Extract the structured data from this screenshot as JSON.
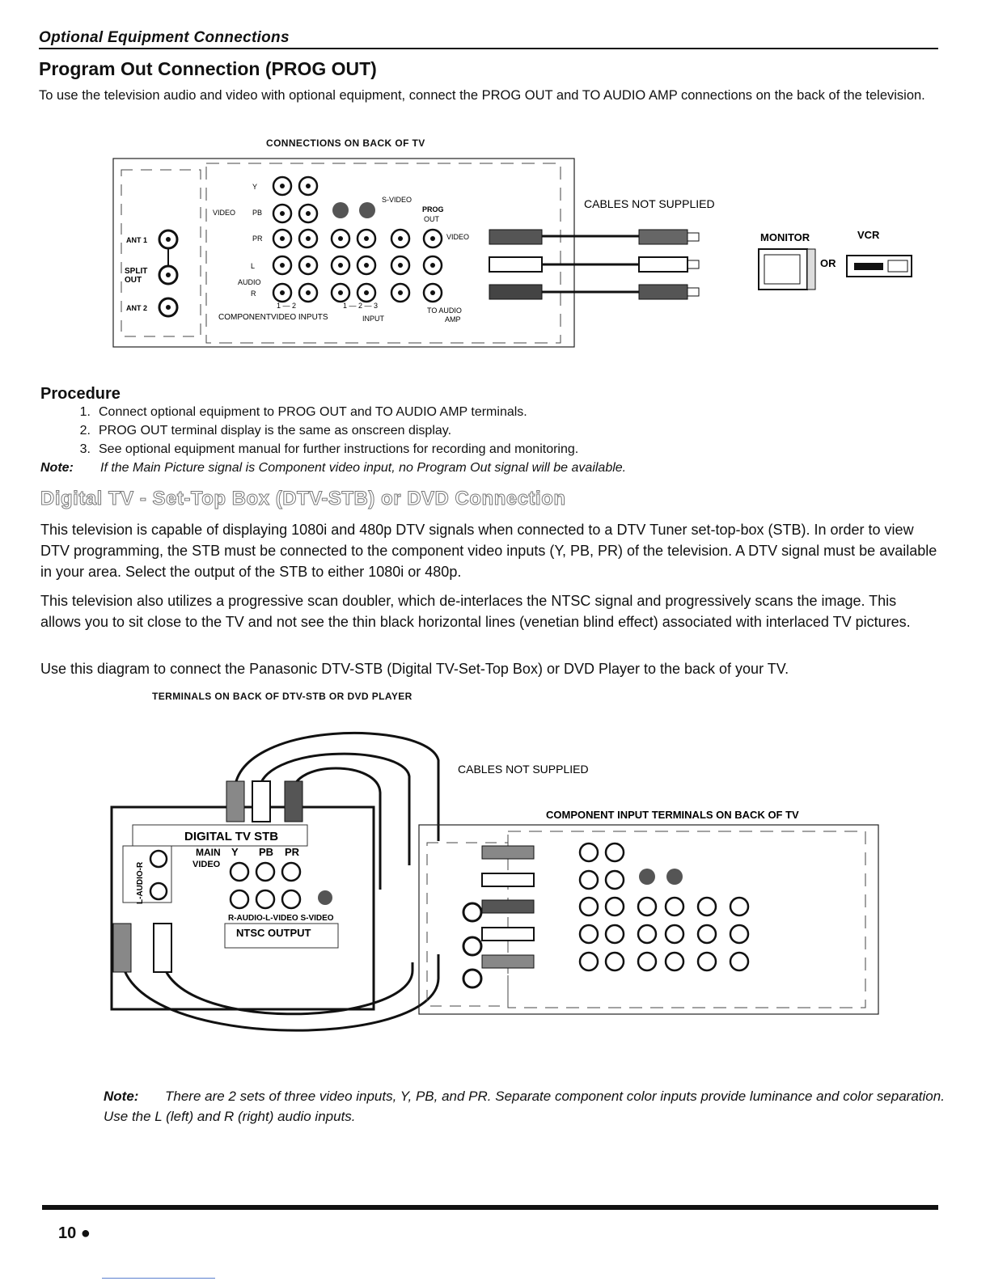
{
  "section_header": "Optional Equipment Connections",
  "prog_out": {
    "title": "Program Out Connection (PROG OUT)",
    "intro": "To use the television audio and video with optional equipment, connect the PROG OUT and TO AUDIO AMP connections on the back of the television."
  },
  "diagram1": {
    "caption": "CONNECTIONS ON BACK OF TV",
    "cables_note": "CABLES NOT SUPPLIED",
    "monitor": "MONITOR",
    "vcr": "VCR",
    "or": "OR",
    "ant1": "ANT 1",
    "split_out_1": "SPLIT",
    "split_out_2": "OUT",
    "ant2": "ANT 2",
    "y": "Y",
    "video": "VIDEO",
    "pb": "PB",
    "pr": "PR",
    "svideo": "S-VIDEO",
    "prog_out_1": "PROG",
    "prog_out_2": "OUT",
    "video_out": "VIDEO",
    "l": "L",
    "r": "R",
    "audio": "AUDIO",
    "nums_a": "1 — 2",
    "nums_b": "1 — 2 — 3",
    "component_video_inputs": "COMPONENTVIDEO INPUTS",
    "input": "INPUT",
    "to_audio": "TO AUDIO",
    "amp": "AMP"
  },
  "procedure": {
    "title": "Procedure",
    "steps": [
      {
        "num": "1.",
        "text": "Connect optional equipment to PROG OUT and TO AUDIO AMP terminals."
      },
      {
        "num": "2.",
        "text": "PROG OUT terminal display is the same as onscreen display."
      },
      {
        "num": "3.",
        "text": "See optional equipment manual for further instructions for recording and monitoring."
      }
    ],
    "note_label": "Note:",
    "note_text": "If the Main Picture signal is Component video input, no Program Out signal will be available."
  },
  "dtv": {
    "title": "Digital TV - Set-Top Box (DTV-STB) or DVD Connection",
    "para1": "This television is capable of displaying 1080i and 480p DTV signals when connected to a DTV Tuner set-top-box (STB). In order to view DTV programming, the STB must be connected to the component video inputs (Y, PB, PR) of the television. A DTV signal must be available in your area. Select the output of the STB to either 1080i or 480p.",
    "para2": "This television also utilizes a progressive scan doubler, which de-interlaces the NTSC signal and progressively scans the image. This allows you to sit close to the TV and not see the thin black horizontal lines (venetian blind effect) associated with interlaced TV pictures.",
    "para3": "Use this diagram to connect the Panasonic DTV-STB (Digital TV-Set-Top Box) or DVD Player to the back of your TV."
  },
  "diagram2": {
    "caption": "TERMINALS ON BACK OF DTV-STB OR DVD PLAYER",
    "cables_note": "CABLES NOT SUPPLIED",
    "component_caption": "COMPONENT INPUT TERMINALS ON BACK OF TV",
    "stb_title": "DIGITAL TV STB",
    "main_video_1": "MAIN",
    "main_video_2": "VIDEO",
    "y": "Y",
    "pb": "PB",
    "pr": "PR",
    "l_audio_r": "L-AUDIO-R",
    "r_audio_l_video_svideo": "R-AUDIO-L-VIDEO  S-VIDEO",
    "ntsc_output": "NTSC OUTPUT"
  },
  "note2": {
    "label": "Note:",
    "text": "There are 2 sets of three video inputs, Y, PB, and PR. Separate component color inputs provide luminance and color separation.  Use the L (left) and R (right) audio inputs."
  },
  "page_number": "10 ●"
}
